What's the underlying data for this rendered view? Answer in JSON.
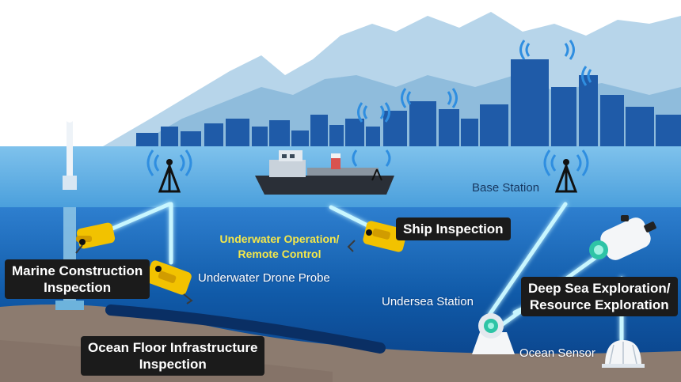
{
  "labels": {
    "base_station": "Base Station",
    "ship_inspection": "Ship Inspection",
    "underwater_operation_line1": "Underwater Operation/",
    "underwater_operation_line2": "Remote Control",
    "marine_construction_line1": "Marine Construction",
    "marine_construction_line2": "Inspection",
    "underwater_drone_probe": "Underwater Drone Probe",
    "undersea_station": "Undersea Station",
    "deep_sea_line1": "Deep Sea Exploration/",
    "deep_sea_line2": "Resource Exploration",
    "ocean_floor_line1": "Ocean Floor Infrastructure",
    "ocean_floor_line2": "Inspection",
    "ocean_sensor": "Ocean Sensor"
  },
  "colors": {
    "sky": "#ffffff",
    "mountain": "#a9cce3",
    "city": "#1e5aa8",
    "sea_surface": "#6fb7e6",
    "deep_sea": "#0c4f9c",
    "seabed": "#8a7a6e",
    "signal": "#2f8ee0",
    "beam": "#bff3ff",
    "drone": "#f2c200"
  }
}
